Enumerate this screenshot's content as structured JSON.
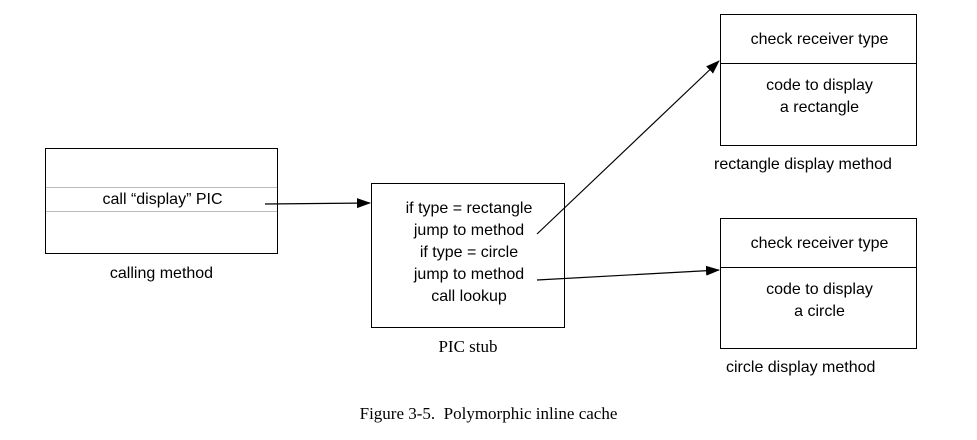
{
  "calling_method": {
    "call_text": "call “display” PIC",
    "caption": "calling method"
  },
  "pic_stub": {
    "lines": [
      "if type = rectangle",
      "jump to method",
      "if type = circle",
      "jump to method",
      "call lookup"
    ],
    "caption": "PIC stub"
  },
  "rectangle_method": {
    "header": "check receiver type",
    "body_lines": [
      "code to display",
      "a rectangle"
    ],
    "caption": "rectangle display method"
  },
  "circle_method": {
    "header": "check receiver type",
    "body_lines": [
      "code to display",
      "a circle"
    ],
    "caption": "circle display method"
  },
  "figure_caption": "Figure 3-5.  Polymorphic inline cache"
}
